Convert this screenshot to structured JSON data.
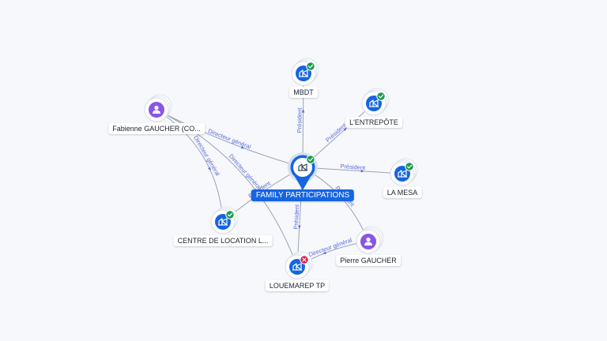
{
  "colors": {
    "company": "#1565e0",
    "person": "#8a55e6",
    "ok": "#1d9a4d",
    "closed": "#d81f4a",
    "edge": "#9aa3b5",
    "edge_label": "#5b6bd6"
  },
  "nodes": [
    {
      "id": "family",
      "label": "FAMILY PARTICIPATIONS",
      "kind": "company",
      "status": "ok",
      "central": true
    },
    {
      "id": "mbdt",
      "label": "MBDT",
      "kind": "company",
      "status": "ok"
    },
    {
      "id": "entrepote",
      "label": "L'ENTREPÔTE",
      "kind": "company",
      "status": "ok"
    },
    {
      "id": "lamesa",
      "label": "LA MESA",
      "kind": "company",
      "status": "ok"
    },
    {
      "id": "fabienne",
      "label": "Fabienne GAUCHER (CO...",
      "kind": "person"
    },
    {
      "id": "centre",
      "label": "CENTRE DE LOCATION L...",
      "kind": "company",
      "status": "ok"
    },
    {
      "id": "pierre",
      "label": "Pierre GAUCHER",
      "kind": "person"
    },
    {
      "id": "louemarep",
      "label": "LOUEMAREP TP",
      "kind": "company",
      "status": "closed"
    }
  ],
  "edges": [
    {
      "id": "e1",
      "from": "family",
      "to": "mbdt",
      "label": "Président"
    },
    {
      "id": "e2",
      "from": "family",
      "to": "entrepote",
      "label": "Président"
    },
    {
      "id": "e3",
      "from": "family",
      "to": "lamesa",
      "label": "Président"
    },
    {
      "id": "e4",
      "from": "fabienne",
      "to": "family",
      "label": "Directeur général"
    },
    {
      "id": "e5",
      "from": "fabienne",
      "to": "centre",
      "label": "Directeur général"
    },
    {
      "id": "e6",
      "from": "fabienne",
      "to": "louemarep",
      "label": "Directeur général"
    },
    {
      "id": "e7",
      "from": "family",
      "to": "centre",
      "label": "Président"
    },
    {
      "id": "e8",
      "from": "family",
      "to": "louemarep",
      "label": "Président"
    },
    {
      "id": "e9",
      "from": "pierre",
      "to": "family",
      "label": "Président"
    },
    {
      "id": "e10",
      "from": "pierre",
      "to": "louemarep",
      "label": "Directeur général"
    }
  ]
}
